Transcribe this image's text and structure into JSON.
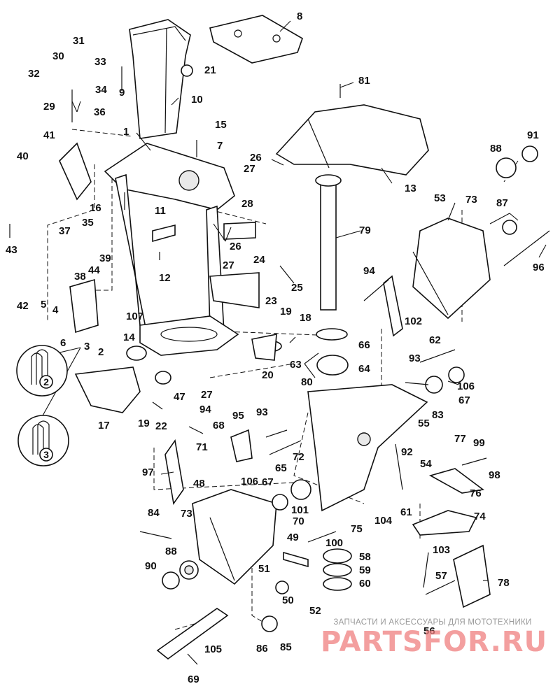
{
  "diagram": {
    "callouts": [
      "1",
      "2",
      "3",
      "4",
      "5",
      "6",
      "7",
      "8",
      "9",
      "10",
      "11",
      "12",
      "13",
      "14",
      "15",
      "16",
      "17",
      "18",
      "19",
      "19",
      "20",
      "21",
      "22",
      "23",
      "24",
      "25",
      "26",
      "26",
      "27",
      "27",
      "27",
      "28",
      "29",
      "30",
      "31",
      "32",
      "33",
      "34",
      "35",
      "36",
      "37",
      "38",
      "39",
      "40",
      "41",
      "42",
      "43",
      "44",
      "47",
      "48",
      "49",
      "50",
      "51",
      "52",
      "53",
      "54",
      "55",
      "56",
      "57",
      "58",
      "59",
      "60",
      "61",
      "62",
      "63",
      "64",
      "65",
      "66",
      "67",
      "67",
      "68",
      "69",
      "70",
      "71",
      "72",
      "73",
      "73",
      "74",
      "75",
      "76",
      "77",
      "78",
      "79",
      "80",
      "81",
      "83",
      "84",
      "85",
      "86",
      "87",
      "88",
      "88",
      "90",
      "91",
      "92",
      "93",
      "93",
      "94",
      "94",
      "95",
      "96",
      "97",
      "98",
      "99",
      "100",
      "101",
      "102",
      "103",
      "104",
      "105",
      "106",
      "106",
      "107"
    ],
    "detail_rings": [
      "2",
      "3"
    ]
  },
  "watermark": {
    "caption": "ЗАПЧАСТИ И АКСЕССУАРЫ ДЛЯ МОТОТЕХНИКИ",
    "logo": "PARTSFOR.RU"
  }
}
